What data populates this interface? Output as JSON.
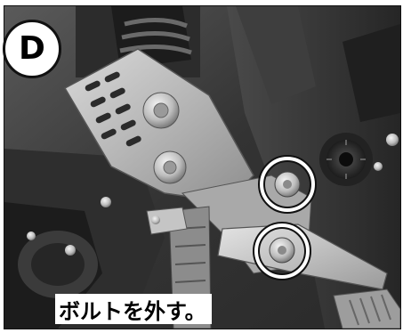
{
  "step": {
    "label": "D"
  },
  "caption": {
    "text": "ボルトを外す。"
  },
  "markers": [
    {
      "name": "upper-bolt-marker",
      "color": "#ffffff"
    },
    {
      "name": "lower-bolt-marker",
      "color": "#ffffff"
    }
  ],
  "colors": {
    "badge_background": "#ffffff",
    "badge_border": "#111111",
    "caption_background": "#ffffff",
    "marker_ring": "#ffffff"
  }
}
